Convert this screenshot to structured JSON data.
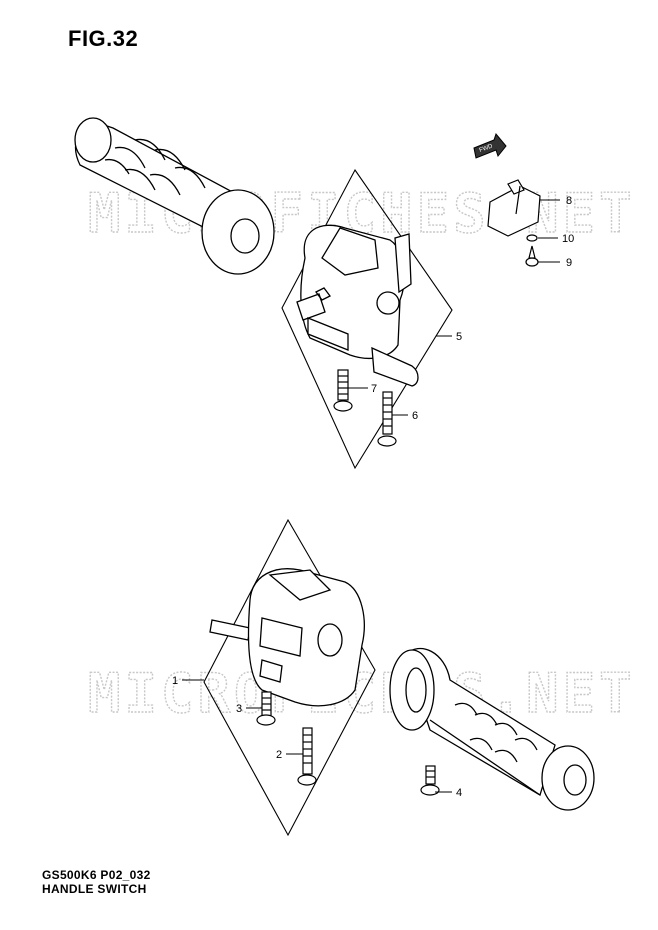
{
  "figure": {
    "title": "FIG.32",
    "code": "GS500K6 P02_032",
    "name": "HANDLE SWITCH"
  },
  "watermark": "MICROFICHES.NET",
  "fwd_label": "FWD",
  "callouts": {
    "c1": "1",
    "c2": "2",
    "c3": "3",
    "c4": "4",
    "c5": "5",
    "c6": "6",
    "c7": "7",
    "c8": "8",
    "c9": "9",
    "c10": "10"
  }
}
